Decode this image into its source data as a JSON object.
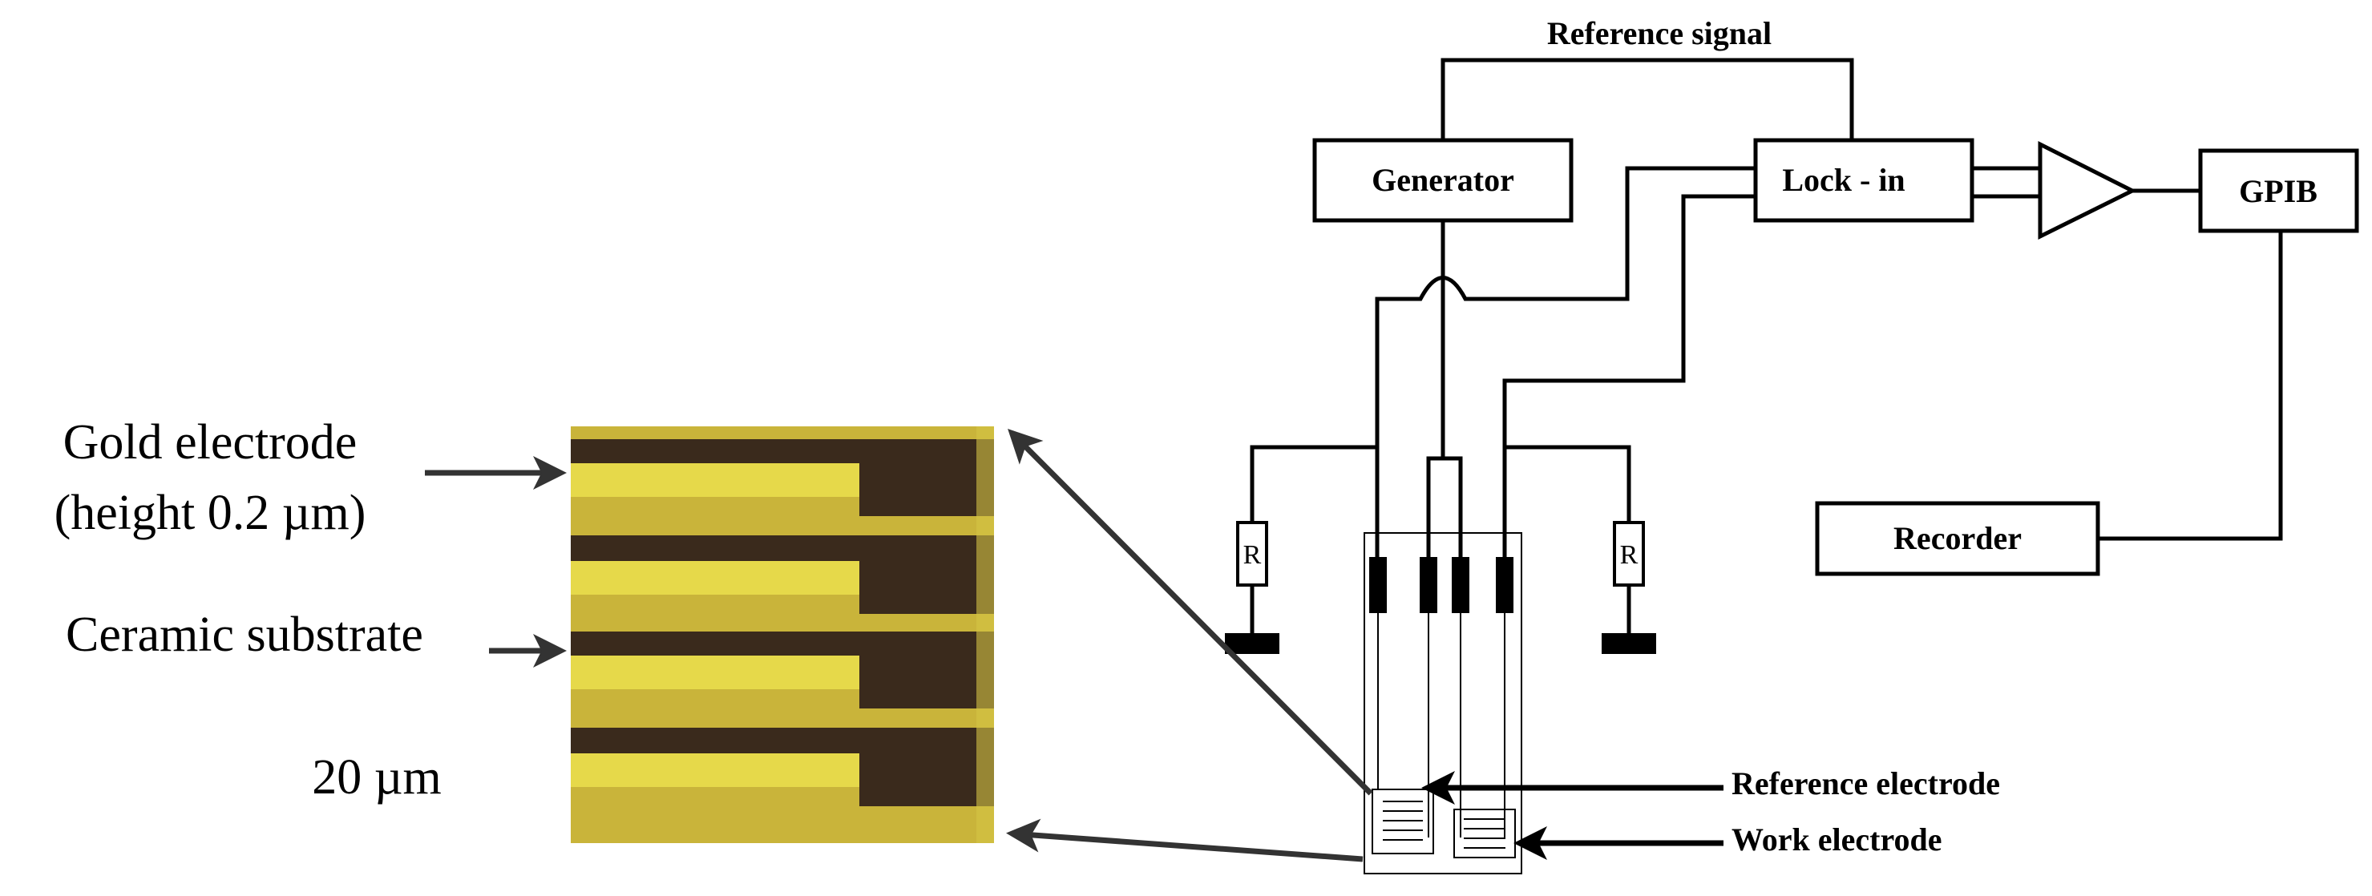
{
  "labels": {
    "reference_signal": "Reference signal",
    "generator": "Generator",
    "lock_in": "Lock - in",
    "gpib": "GPIB",
    "recorder": "Recorder",
    "resistor_left": "R",
    "resistor_right": "R",
    "reference_electrode": "Reference electrode",
    "work_electrode": "Work electrode",
    "gold_electrode_line1": "Gold electrode",
    "gold_electrode_line2": "(height 0.2 µm)",
    "ceramic_substrate": "Ceramic substrate",
    "scale": "20 µm"
  },
  "colors": {
    "line": "#000000",
    "arrow": "#3a3a3a",
    "photo_gold": "#e6d94a",
    "photo_dark": "#3a2a1c",
    "photo_substrate": "#c9b43a"
  }
}
